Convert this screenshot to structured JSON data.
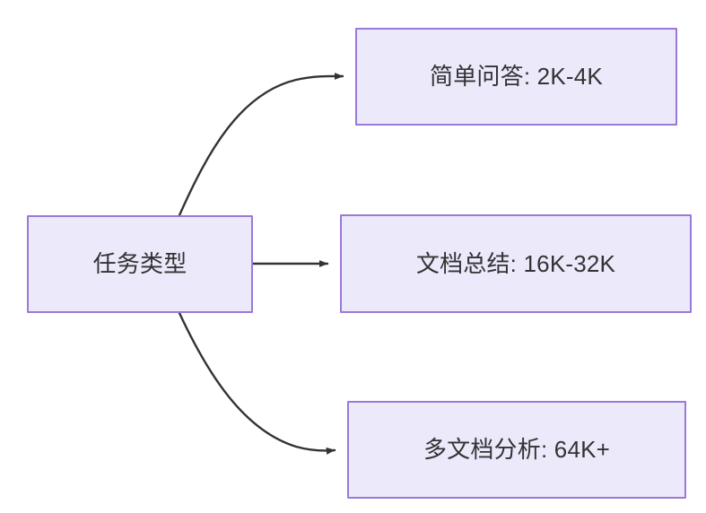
{
  "diagram": {
    "type": "flowchart",
    "direction": "left-to-right",
    "background_color": "#ffffff",
    "node_fill_color": "#ece9fb",
    "node_border_color": "#9a79d8",
    "node_text_color": "#333333",
    "edge_color": "#333333",
    "root": {
      "id": "task-type",
      "label": "任务类型"
    },
    "branches": [
      {
        "id": "simple-qa",
        "label": "简单问答: 2K-4K",
        "task": "简单问答",
        "context_length": "2K-4K",
        "edge_style": "curved-up"
      },
      {
        "id": "doc-summary",
        "label": "文档总结: 16K-32K",
        "task": "文档总结",
        "context_length": "16K-32K",
        "edge_style": "straight"
      },
      {
        "id": "multi-doc-analysis",
        "label": "多文档分析: 64K+",
        "task": "多文档分析",
        "context_length": "64K+",
        "edge_style": "curved-down"
      }
    ]
  }
}
